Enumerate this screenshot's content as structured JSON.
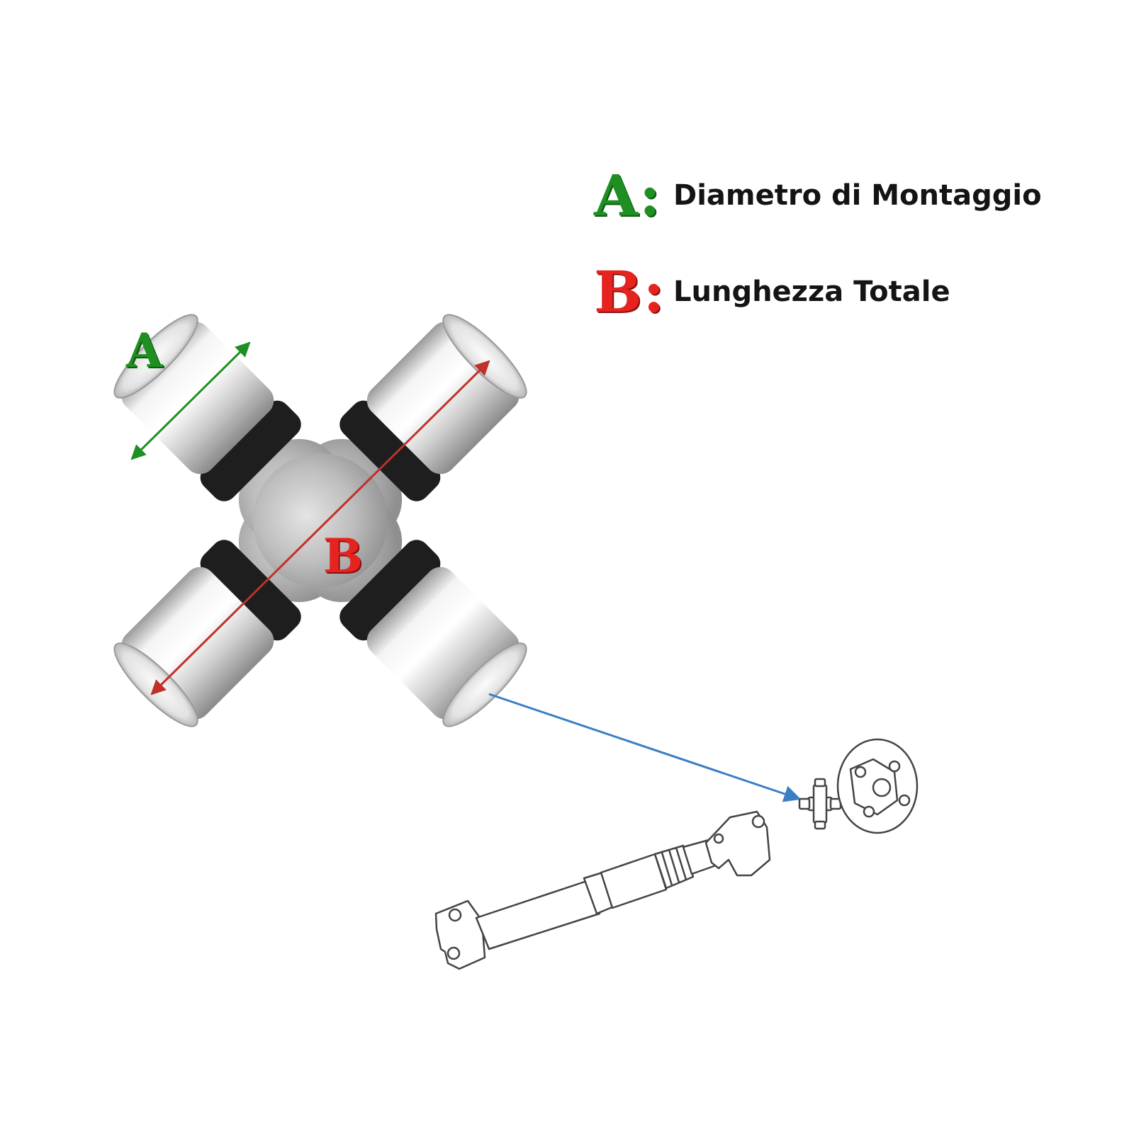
{
  "legend": {
    "a": {
      "letter": "A:",
      "text": "Diametro di Montaggio"
    },
    "b": {
      "letter": "B:",
      "text": "Lunghezza Totale"
    }
  },
  "dimensions": {
    "a_label": "A",
    "b_label": "B"
  },
  "colors": {
    "dimension_a": "#1f8f22",
    "dimension_b": "#e52420",
    "leader_arrow": "#3a7fc4",
    "steel": "#c9c9c9",
    "seal": "#1e1e1e",
    "line_drawing": "#444444"
  }
}
